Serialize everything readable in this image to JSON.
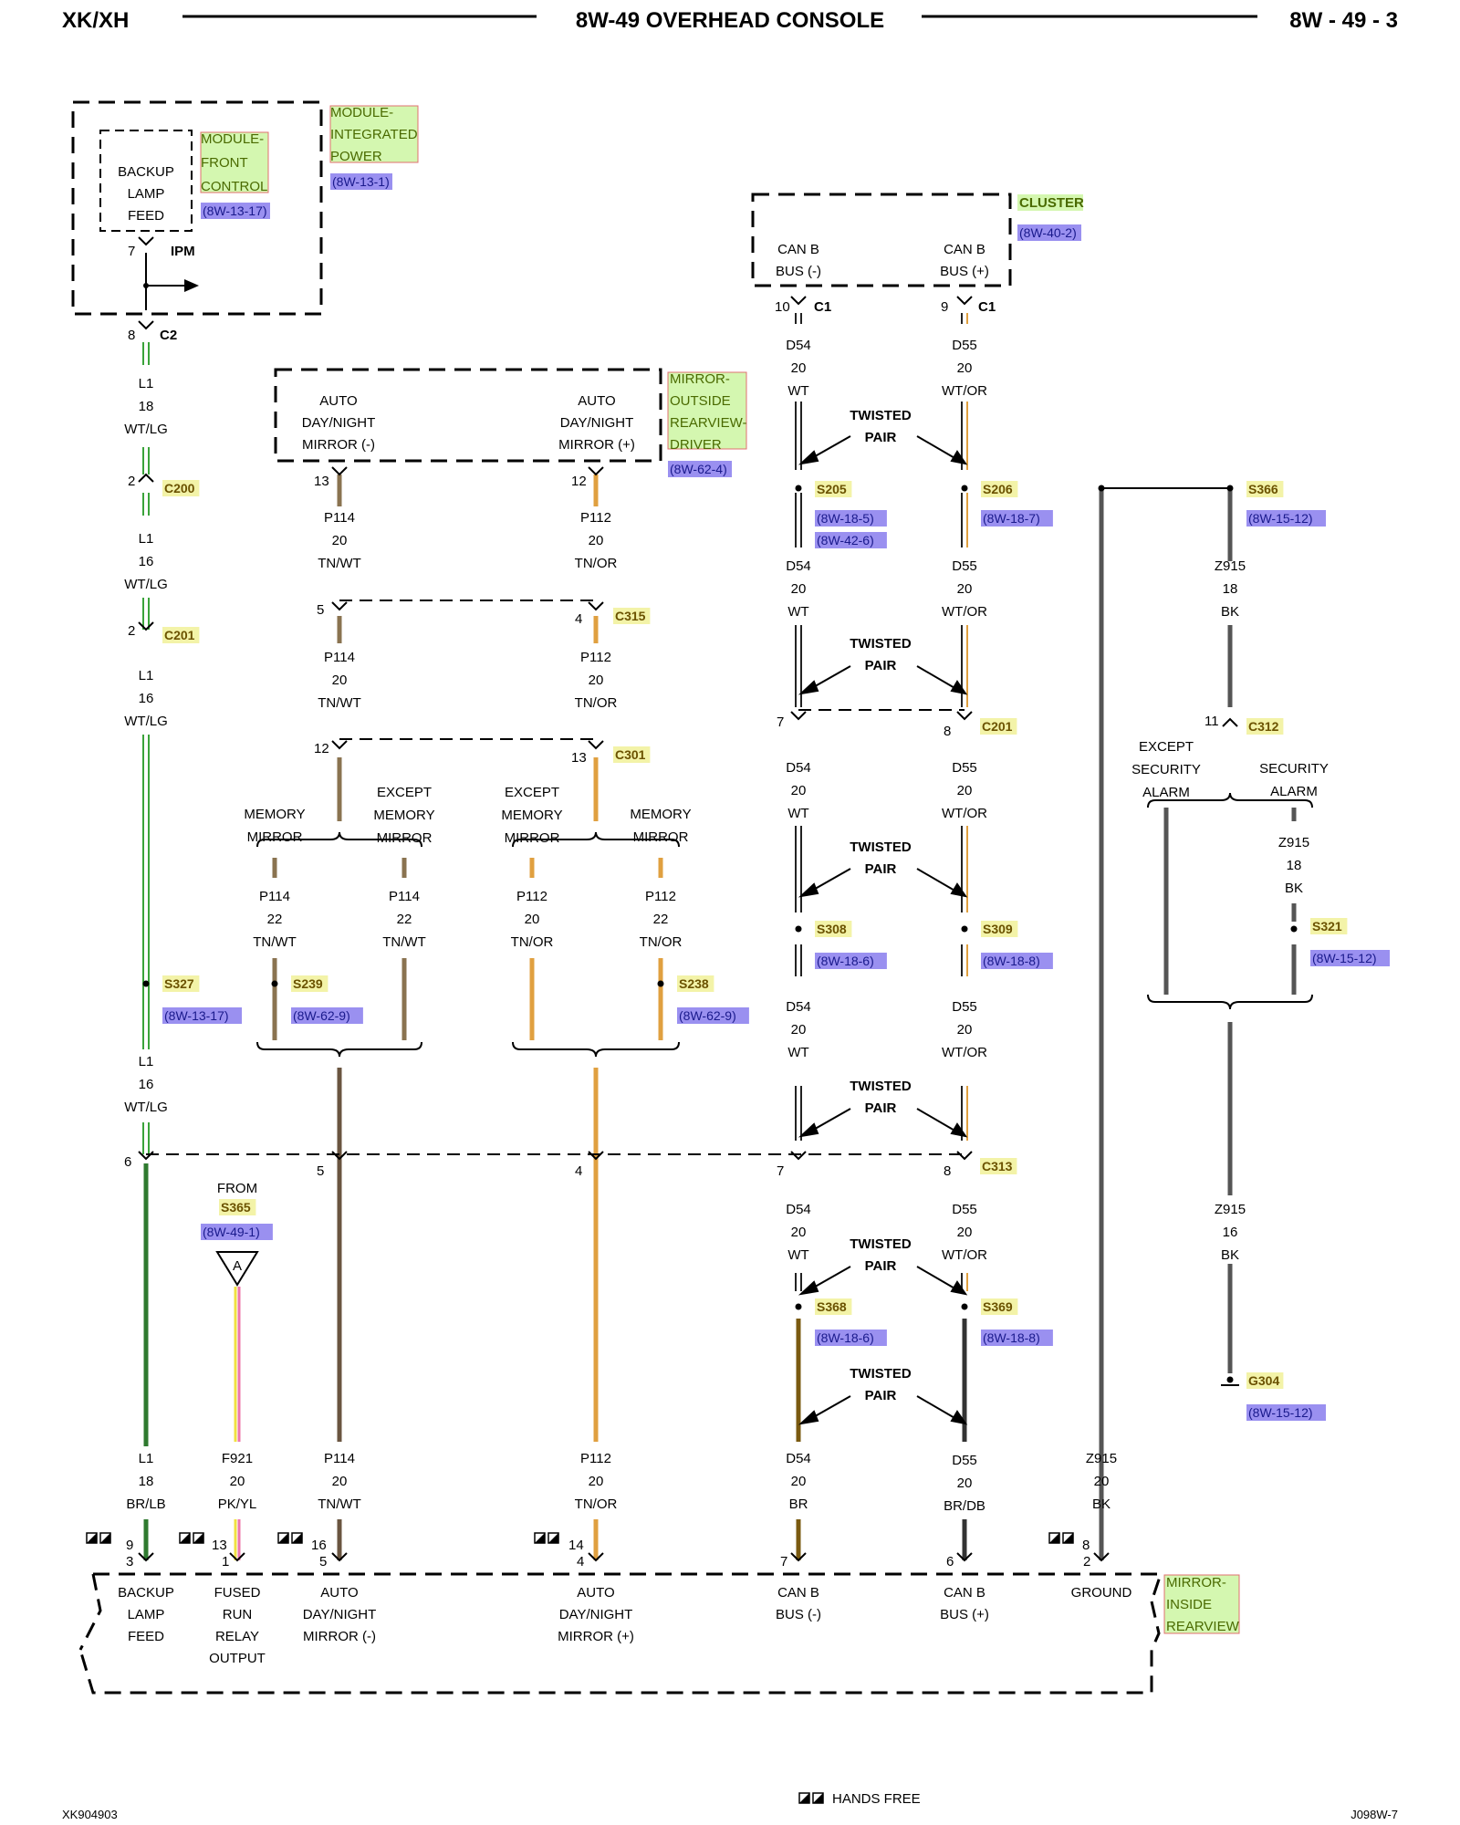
{
  "header": {
    "left": "XK/XH",
    "center": "8W-49 OVERHEAD CONSOLE",
    "right": "8W - 49 - 3"
  },
  "footer": {
    "left": "XK904903",
    "right": "J098W-7",
    "legend": "HANDS FREE"
  },
  "modules": {
    "ipm": {
      "name": "MODULE-\nINTEGRATED\nPOWER",
      "ref": "(8W-13-1)",
      "connector": "IPM"
    },
    "front_control": {
      "name": "MODULE-\nFRONT\nCONTROL",
      "ref": "(8W-13-17)",
      "pin_label": "BACKUP\nLAMP\nFEED"
    },
    "cluster": {
      "name": "CLUSTER",
      "ref": "(8W-40-2)",
      "pin_left": "CAN B\nBUS (-)",
      "pin_right": "CAN B\nBUS (+)"
    },
    "outside_mirror": {
      "name": "MIRROR-\nOUTSIDE\nREARVIEW-\nDRIVER",
      "ref": "(8W-62-4)",
      "pin_left": "AUTO\nDAY/NIGHT\nMIRROR (-)",
      "pin_right": "AUTO\nDAY/NIGHT\nMIRROR (+)"
    },
    "inside_mirror": {
      "name": "MIRROR-\nINSIDE\nREARVIEW",
      "pins": [
        "BACKUP\nLAMP\nFEED",
        "FUSED\nRUN\nRELAY\nOUTPUT",
        "AUTO\nDAY/NIGHT\nMIRROR (-)",
        "AUTO\nDAY/NIGHT\nMIRROR (+)",
        "CAN B\nBUS (-)",
        "CAN B\nBUS (+)",
        "GROUND"
      ]
    }
  },
  "connectors": {
    "C1": "C1",
    "C2": "C2",
    "C200": "C200",
    "C201": "C201",
    "C315": "C315",
    "C301": "C301",
    "C312": "C312",
    "C313": "C313"
  },
  "splices": {
    "S205": {
      "name": "S205",
      "refs": [
        "(8W-18-5)",
        "(8W-42-6)"
      ]
    },
    "S206": {
      "name": "S206",
      "refs": [
        "(8W-18-7)"
      ]
    },
    "S366": {
      "name": "S366",
      "refs": [
        "(8W-15-12)"
      ]
    },
    "S308": {
      "name": "S308",
      "refs": [
        "(8W-18-6)"
      ]
    },
    "S309": {
      "name": "S309",
      "refs": [
        "(8W-18-8)"
      ]
    },
    "S321": {
      "name": "S321",
      "refs": [
        "(8W-15-12)"
      ]
    },
    "S327": {
      "name": "S327",
      "refs": [
        "(8W-13-17)"
      ]
    },
    "S239": {
      "name": "S239",
      "refs": [
        "(8W-62-9)"
      ]
    },
    "S238": {
      "name": "S238",
      "refs": [
        "(8W-62-9)"
      ]
    },
    "S368": {
      "name": "S368",
      "refs": [
        "(8W-18-6)"
      ]
    },
    "S369": {
      "name": "S369",
      "refs": [
        "(8W-18-8)"
      ]
    },
    "G304": {
      "name": "G304",
      "refs": [
        "(8W-15-12)"
      ]
    },
    "S365": {
      "name": "S365",
      "refs": [
        "(8W-49-1)"
      ]
    }
  },
  "labels": {
    "twisted_pair": "TWISTED\nPAIR",
    "memory_mirror": "MEMORY\nMIRROR",
    "except_memory_mirror": "EXCEPT\nMEMORY\nMIRROR",
    "except_security_alarm": "EXCEPT\nSECURITY\nALARM",
    "security_alarm": "SECURITY\nALARM",
    "from": "FROM",
    "flag_a": "A"
  },
  "wires": {
    "L1_18_WTLG": "L1\n18\nWT/LG",
    "L1_16_WTLG": "L1\n16\nWT/LG",
    "L1_18_BRLB": "L1\n18\nBR/LB",
    "P114_20_TNWT": "P114\n20\nTN/WT",
    "P112_20_TNOR": "P112\n20\nTN/OR",
    "P114_22_TNWT": "P114\n22\nTN/WT",
    "P112_22_TNOR": "P112\n22\nTN/OR",
    "D54_20_WT": "D54\n20\nWT",
    "D55_20_WTOR": "D55\n20\nWT/OR",
    "D54_20_BR": "D54\n20\nBR",
    "D55_20_BRDB": "D55\n20\nBR/DB",
    "Z915_18_BK": "Z915\n18\nBK",
    "Z915_16_BK": "Z915\n16\nBK",
    "Z915_20_BK": "Z915\n20\nBK",
    "F921_20_PKYL": "F921\n20\nPK/YL"
  },
  "pins": {
    "p7": "7",
    "p8": "8",
    "p2": "2",
    "p6": "6",
    "p13": "13",
    "p12": "12",
    "p5": "5",
    "p4": "4",
    "p10": "10",
    "p9": "9",
    "p11": "11",
    "p3": "3",
    "p1": "1",
    "p16": "16",
    "p14": "14"
  },
  "colors": {
    "green": "#3aa33a",
    "tan": "#8a7350",
    "orange": "#e0a040",
    "black": "#222222",
    "gray": "#555555",
    "brown": "#7a5a10",
    "pink": "#ee77aa",
    "yellow": "#f0e040",
    "tag_yellow_bg": "#f3f3a8",
    "tag_blue_bg": "#9a90f0",
    "module_tag_bg": "#d4f7b0",
    "module_tag_border": "#e07070"
  }
}
